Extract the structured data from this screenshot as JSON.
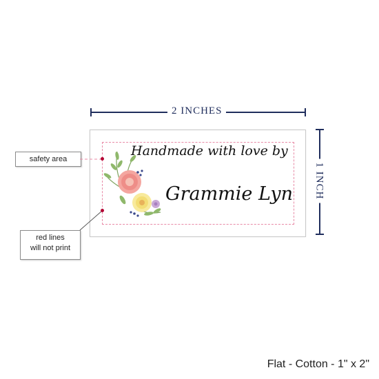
{
  "dimensions": {
    "width_label": "2 INCHES",
    "height_label": "1 INCH"
  },
  "label": {
    "line1": "Handmade with love by",
    "line2": "Grammie Lyn",
    "floral_decoration": "flower-bouquet"
  },
  "callouts": {
    "safety": "safety area",
    "red_lines_1": "red lines",
    "red_lines_2": "will not print"
  },
  "caption": "Flat - Cotton - 1\" x 2\"",
  "colors": {
    "navy": "#1f2d5c",
    "safety_dash": "#e88aa6",
    "marker": "#b30032"
  }
}
